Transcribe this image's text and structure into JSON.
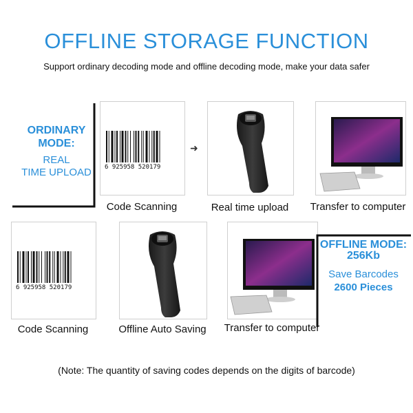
{
  "title": "OFFLINE STORAGE FUNCTION",
  "subtitle": "Support ordinary decoding mode and offline decoding mode, make your data safer",
  "ordinary": {
    "mode_label_1": "ORDINARY",
    "mode_label_2": "MODE:",
    "sub_1": "REAL",
    "sub_2": "TIME UPLOAD",
    "captions": [
      "Code Scanning",
      "Real time upload",
      "Transfer to computer"
    ]
  },
  "offline": {
    "mode_label": "OFFLINE MODE:",
    "capacity": "256Kb",
    "save_1": "Save Barcodes",
    "save_2": "2600 Pieces",
    "captions": [
      "Code Scanning",
      "Offline Auto Saving",
      "Transfer to computer"
    ]
  },
  "barcode_digits": "6 925958 520179",
  "arrow_glyph": "➜",
  "note": "(Note: The quantity of saving codes depends on the digits of barcode)",
  "colors": {
    "accent": "#2a8fd9",
    "text": "#111111"
  }
}
